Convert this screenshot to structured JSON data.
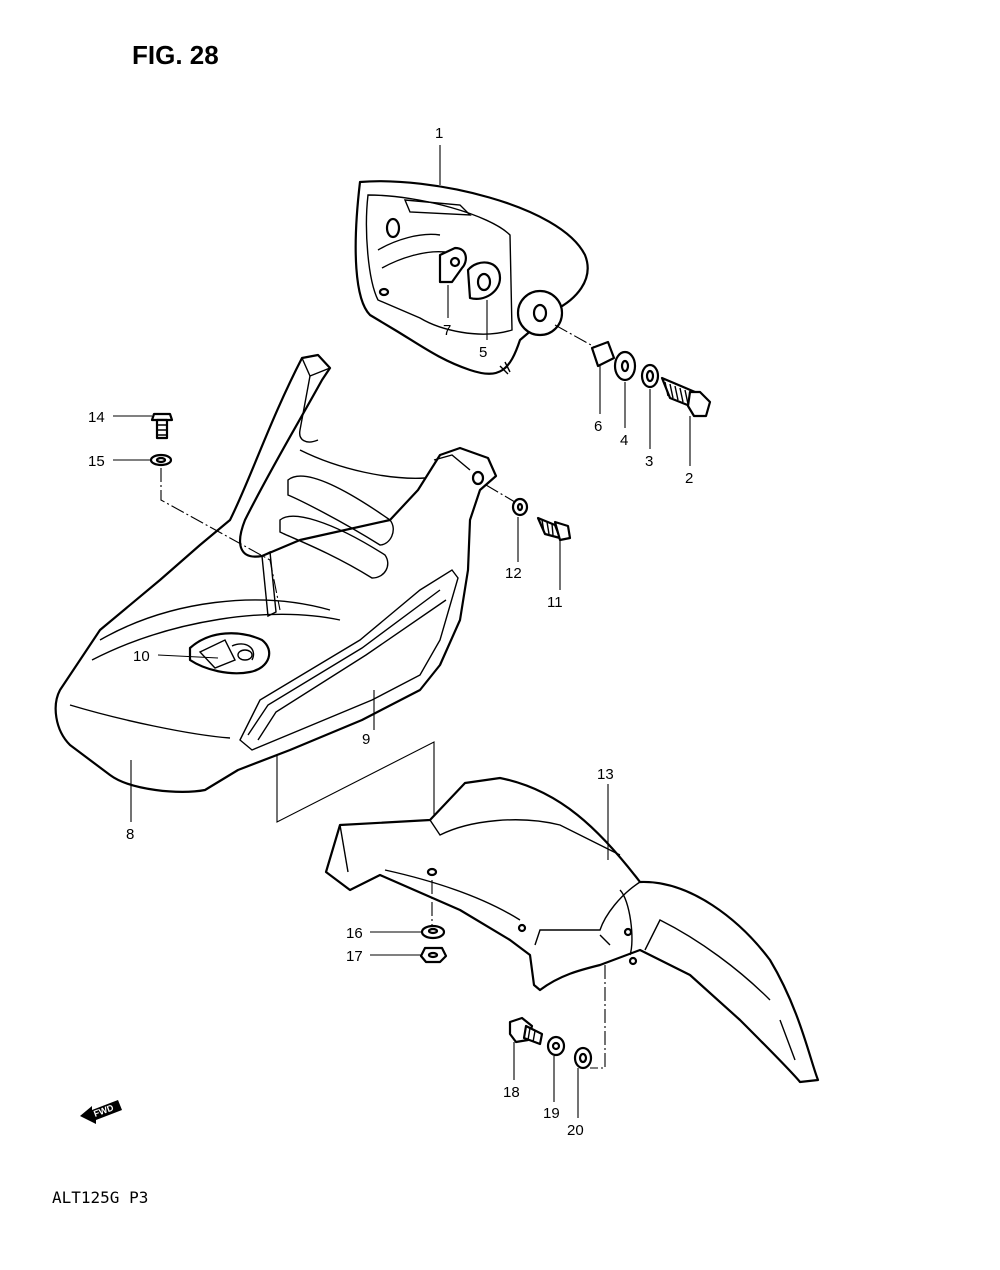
{
  "figure": {
    "title": "FIG. 28",
    "model_code": "ALT125G  P3",
    "fwd_label": "FWD"
  },
  "callouts": {
    "p1": "1",
    "p2": "2",
    "p3": "3",
    "p4": "4",
    "p5": "5",
    "p6": "6",
    "p7": "7",
    "p8": "8",
    "p9": "9",
    "p10": "10",
    "p11": "11",
    "p12": "12",
    "p13": "13",
    "p14": "14",
    "p15": "15",
    "p16": "16",
    "p17": "17",
    "p18": "18",
    "p19": "19",
    "p20": "20"
  }
}
